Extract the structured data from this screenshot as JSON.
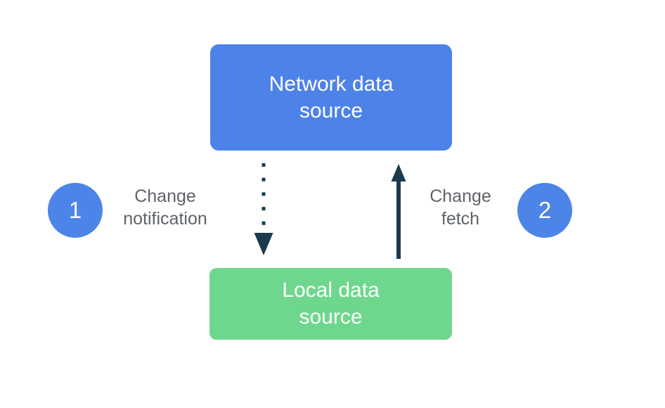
{
  "colors": {
    "background": "#ffffff",
    "box-blue": "#4d82e8",
    "box-green": "#6fd78d",
    "circle-blue": "#4d84e8",
    "arrow-navy": "#1c3a4e",
    "label-gray": "#5f6368",
    "box-text": "#ffffff"
  },
  "diagram": {
    "network_box_label": "Network data\nsource",
    "local_box_label": "Local data\nsource",
    "steps": [
      {
        "number": "1",
        "label": "Change\nnotification"
      },
      {
        "number": "2",
        "label": "Change\nfetch"
      }
    ],
    "arrows": [
      {
        "name": "change-notification",
        "style": "dotted",
        "direction": "down",
        "from": "Network data source",
        "to": "Local data source"
      },
      {
        "name": "change-fetch",
        "style": "solid",
        "direction": "up",
        "from": "Local data source",
        "to": "Network data source"
      }
    ]
  }
}
